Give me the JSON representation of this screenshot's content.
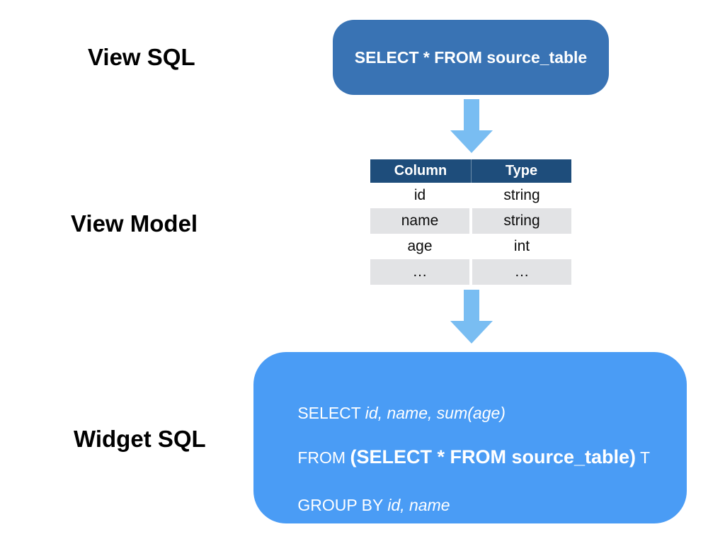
{
  "colors": {
    "background": "#FFFFFF",
    "view_sql_box_bg": "#3973B4",
    "arrow": "#79BDF2",
    "table_header_bg": "#1E4D7B",
    "table_alt_row_bg": "#E2E3E5",
    "widget_sql_box_bg": "#4A9CF5",
    "text_on_blue": "#FFFFFF",
    "label_text": "#000000"
  },
  "icons": {
    "flow_arrow": "down-block-arrow"
  },
  "labels": {
    "view_sql": "View SQL",
    "view_model": "View Model",
    "widget_sql": "Widget SQL"
  },
  "view_sql_box": {
    "text": "SELECT * FROM source_table"
  },
  "view_model_table": {
    "headers": [
      "Column",
      "Type"
    ],
    "rows": [
      {
        "column": "id",
        "type": "string"
      },
      {
        "column": "name",
        "type": "string"
      },
      {
        "column": "age",
        "type": "int"
      },
      {
        "column": "…",
        "type": "…"
      }
    ]
  },
  "widget_sql_box": {
    "lines": [
      {
        "keyword": "SELECT ",
        "italic": "id, name, sum(age)"
      },
      {
        "keyword": "FROM ",
        "bold": "(SELECT * FROM source_table)",
        "suffix": " T"
      },
      {
        "keyword": "GROUP BY ",
        "italic": "id, name"
      }
    ]
  }
}
